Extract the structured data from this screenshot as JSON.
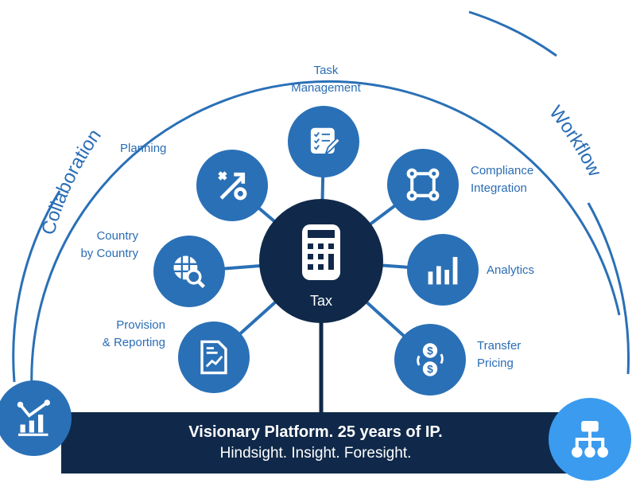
{
  "arcs": {
    "left": "Collaboration",
    "right": "Workflow"
  },
  "hub": {
    "label": "Tax",
    "icon": "calculator-icon"
  },
  "nodes": [
    {
      "label1": "Task",
      "label2": "Management",
      "icon": "checklist-pencil-icon"
    },
    {
      "label1": "Planning",
      "label2": "",
      "icon": "percent-arrow-icon"
    },
    {
      "label1": "Compliance",
      "label2": "Integration",
      "icon": "connected-nodes-icon"
    },
    {
      "label1": "Country",
      "label2": "by Country",
      "icon": "globe-search-icon"
    },
    {
      "label1": "Analytics",
      "label2": "",
      "icon": "bar-chart-icon"
    },
    {
      "label1": "Provision",
      "label2": "& Reporting",
      "icon": "report-document-icon"
    },
    {
      "label1": "Transfer",
      "label2": "Pricing",
      "icon": "dollar-exchange-icon"
    }
  ],
  "banner": {
    "line1": "Visionary Platform. 25 years of IP.",
    "line2": "Hindsight. Insight. Foresight."
  },
  "colors": {
    "blue": "#2a70b6",
    "navy": "#10294a",
    "light_blue": "#3a9bef",
    "text": "#2a6db5"
  }
}
